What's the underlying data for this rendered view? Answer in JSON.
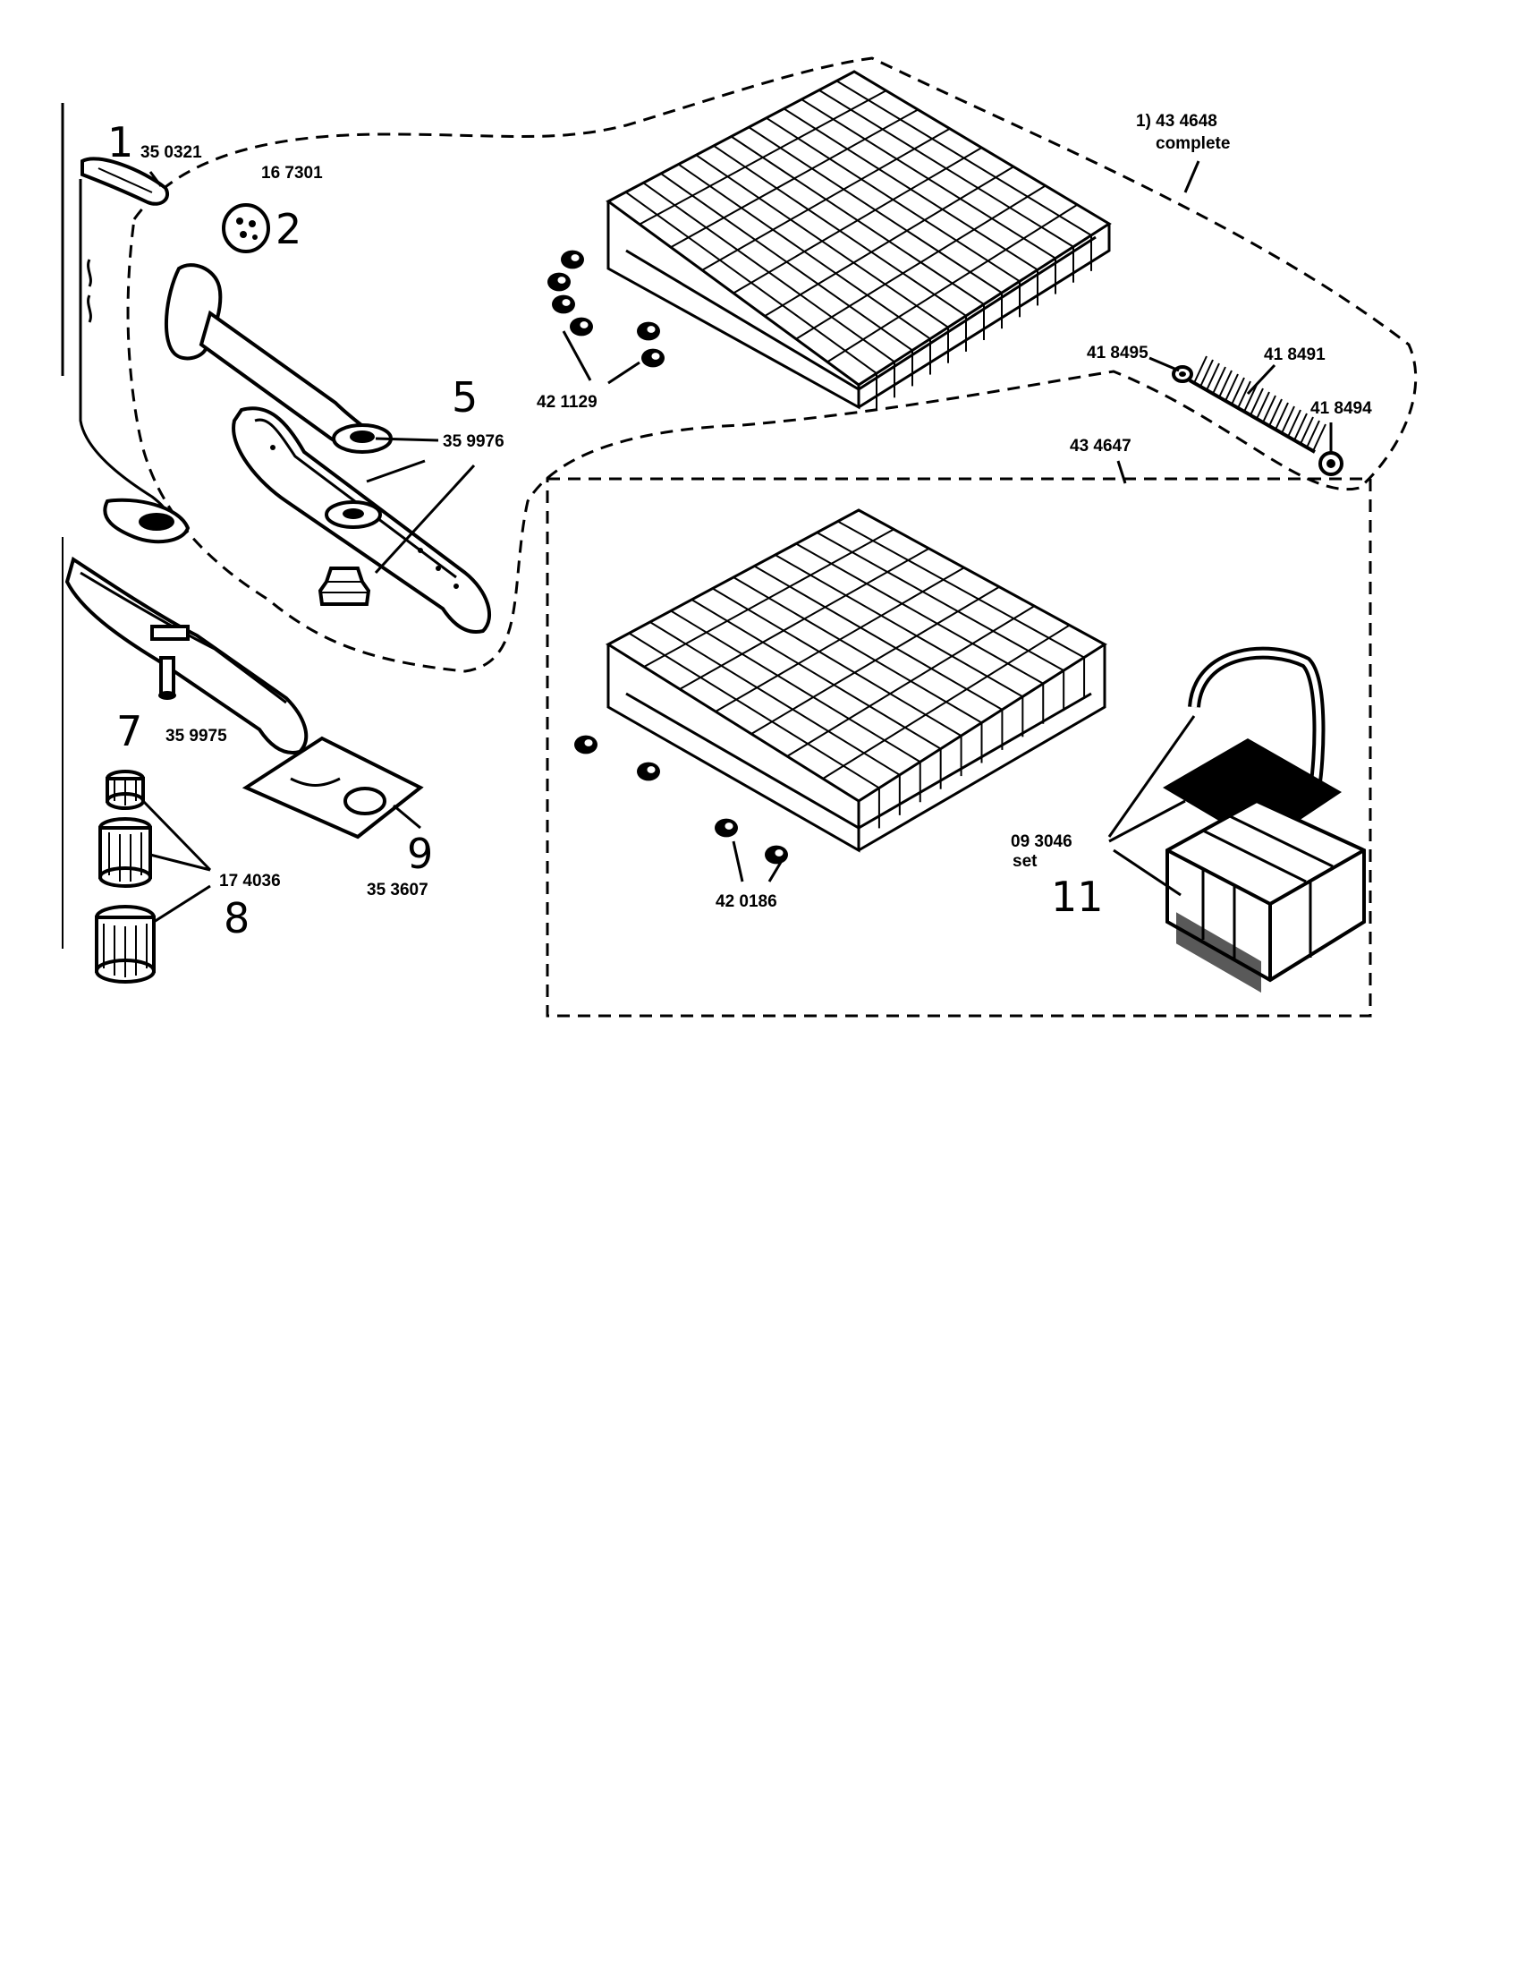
{
  "diagram": {
    "callouts": [
      {
        "id": "c1",
        "part_no": "35 0321",
        "item": "1"
      },
      {
        "id": "c2",
        "part_no": "16 7301",
        "item": "2"
      },
      {
        "id": "c5",
        "part_no": "35 9976",
        "item": "5"
      },
      {
        "id": "c7",
        "part_no": "35 9975",
        "item": "7"
      },
      {
        "id": "c8",
        "part_no": "17 4036",
        "item": "8"
      },
      {
        "id": "c9",
        "part_no": "35 3607",
        "item": "9"
      },
      {
        "id": "c11",
        "part_no": "09 3046",
        "item": "11"
      },
      {
        "id": "c_upper",
        "part_no": "1) 43 4648"
      },
      {
        "id": "c_wheels_upper",
        "part_no": "42 1129"
      },
      {
        "id": "c_8495",
        "part_no": "41 8495"
      },
      {
        "id": "c_8491",
        "part_no": "41 8491"
      },
      {
        "id": "c_8494",
        "part_no": "41 8494"
      },
      {
        "id": "c_lower",
        "part_no": "43 4647"
      },
      {
        "id": "c_wheels_lower",
        "part_no": "42 0186"
      }
    ],
    "upper_complete_note": "complete",
    "set_note": "set"
  }
}
